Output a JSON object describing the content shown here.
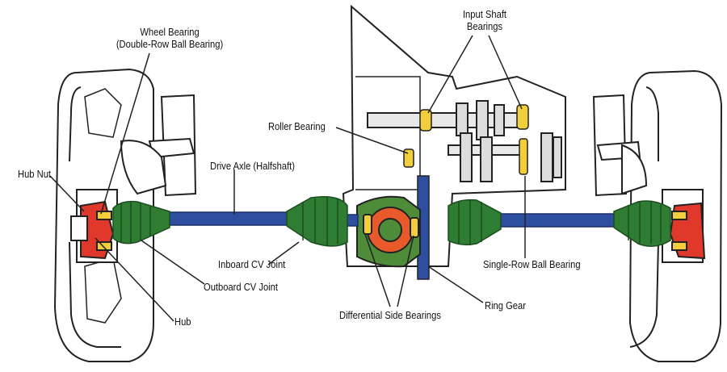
{
  "labels": {
    "wheel_bearing": "Wheel Bearing",
    "wheel_bearing_sub": "(Double-Row Ball Bearing)",
    "input_shaft": "Input Shaft",
    "input_shaft_sub": "Bearings",
    "roller_bearing": "Roller Bearing",
    "drive_axle": "Drive Axle (Halfshaft)",
    "hub_nut": "Hub Nut",
    "inboard_cv": "Inboard CV Joint",
    "outboard_cv": "Outboard CV Joint",
    "hub": "Hub",
    "single_row": "Single-Row Ball Bearing",
    "diff_side": "Differential Side Bearings",
    "ring_gear": "Ring Gear"
  },
  "colors": {
    "shaft": "#2e4fa0",
    "boot": "#2f7d32",
    "boot_dark": "#1b4d1f",
    "bearing": "#f2cf3a",
    "hub": "#e0392b",
    "diff_carrier": "#e85a2a",
    "outline": "#222222"
  }
}
